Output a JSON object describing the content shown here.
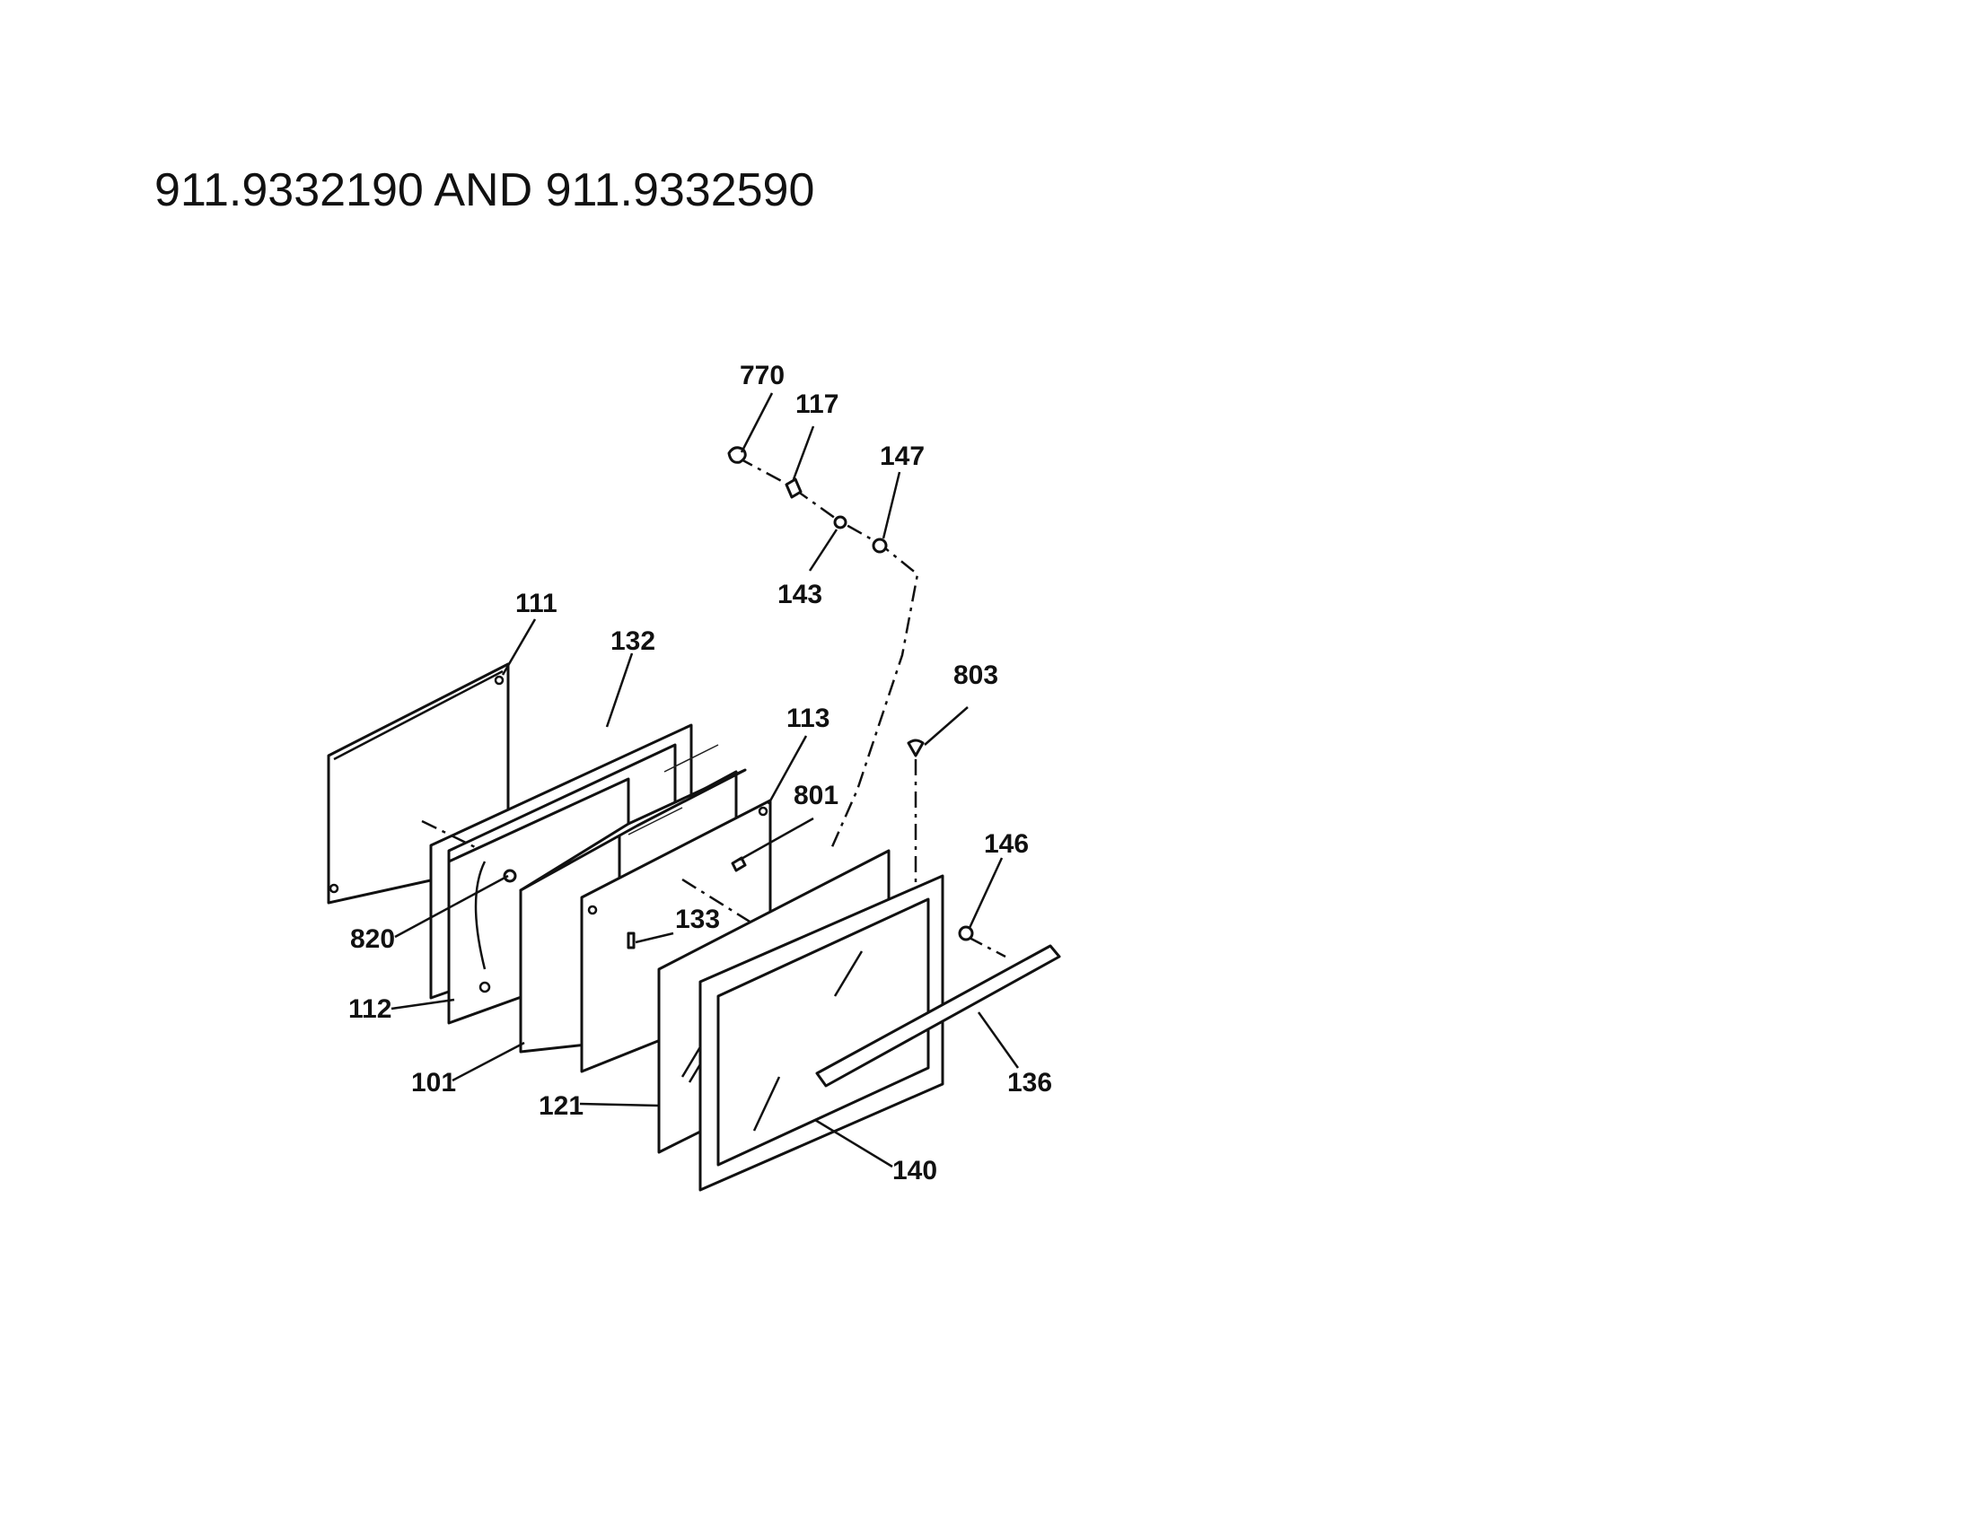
{
  "title": "911.9332190 AND 911.9332590",
  "callouts": {
    "c770": "770",
    "c117": "117",
    "c147": "147",
    "c143": "143",
    "c111": "111",
    "c132": "132",
    "c113": "113",
    "c803": "803",
    "c801": "801",
    "c146": "146",
    "c820": "820",
    "c133": "133",
    "c112": "112",
    "c101": "101",
    "c121": "121",
    "c136": "136",
    "c140": "140"
  }
}
